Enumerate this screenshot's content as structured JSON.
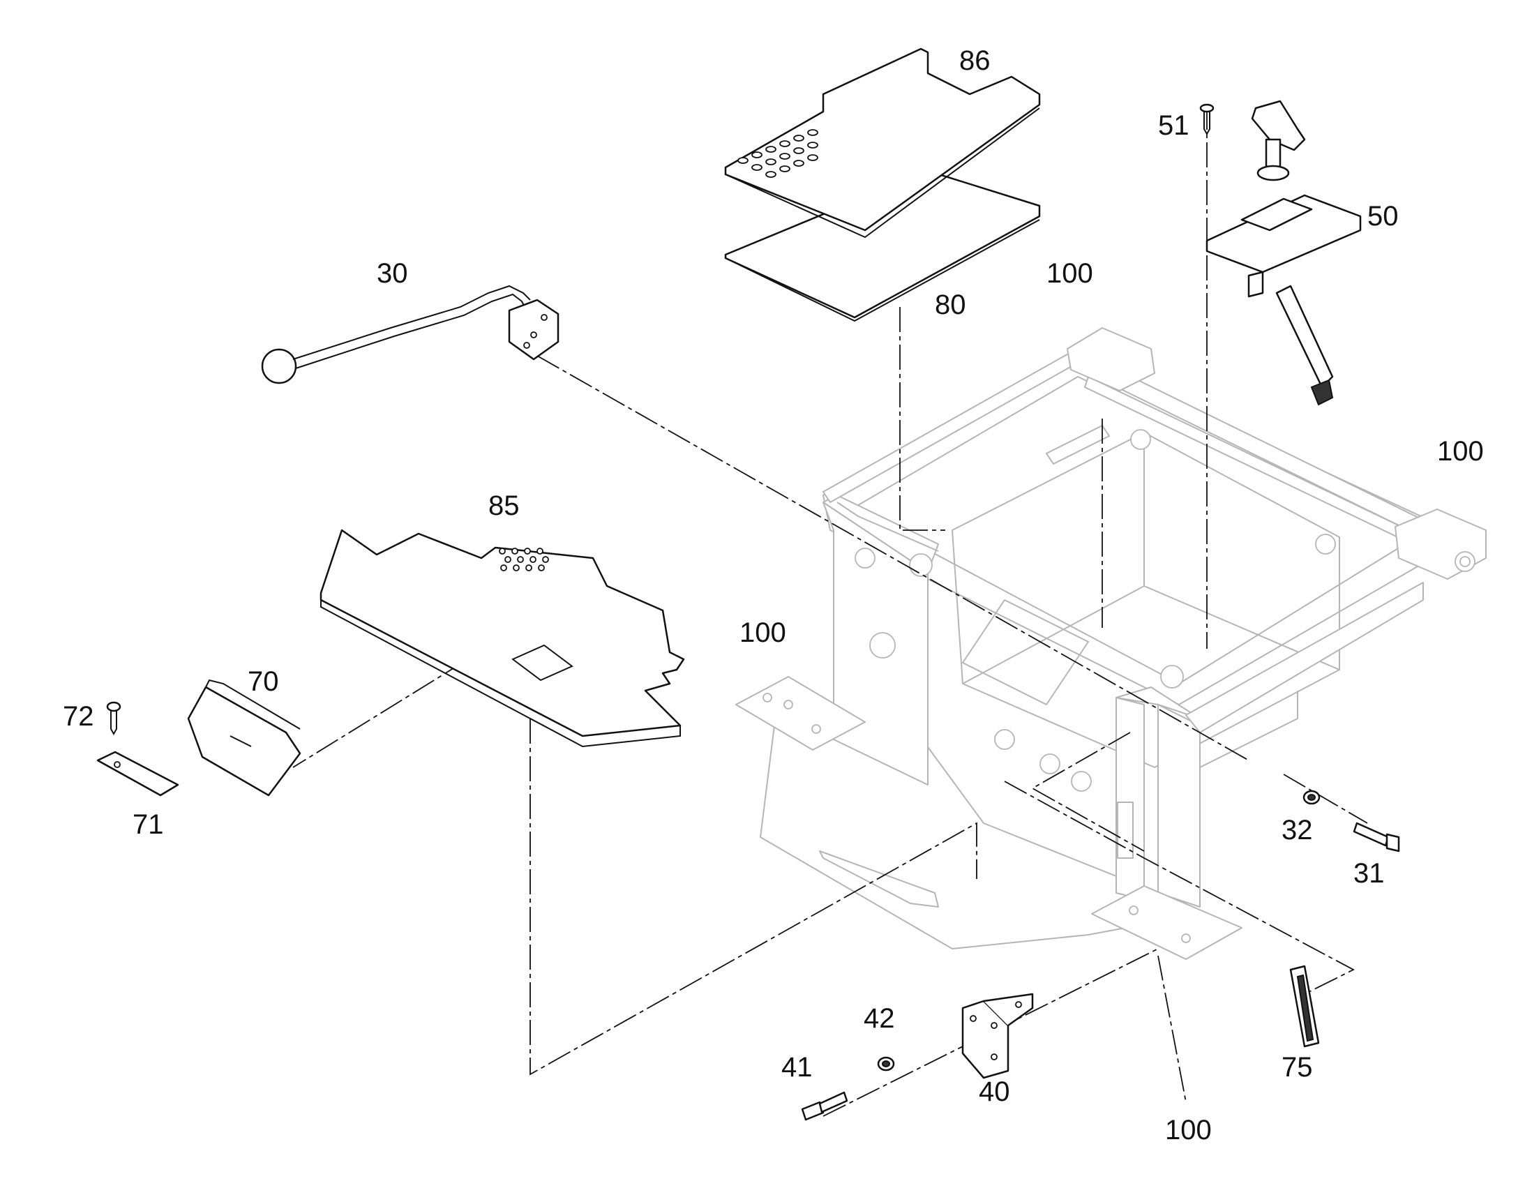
{
  "diagram": {
    "callouts": {
      "c30": "30",
      "c31": "31",
      "c32": "32",
      "c40": "40",
      "c41": "41",
      "c42": "42",
      "c50": "50",
      "c51": "51",
      "c70": "70",
      "c71": "71",
      "c72": "72",
      "c75": "75",
      "c80": "80",
      "c85": "85",
      "c86": "86",
      "c100a": "100",
      "c100b": "100",
      "c100c": "100",
      "c100d": "100"
    },
    "colors": {
      "part_outline": "#111111",
      "frame_outline": "#b5b5b5",
      "background": "#ffffff"
    }
  }
}
